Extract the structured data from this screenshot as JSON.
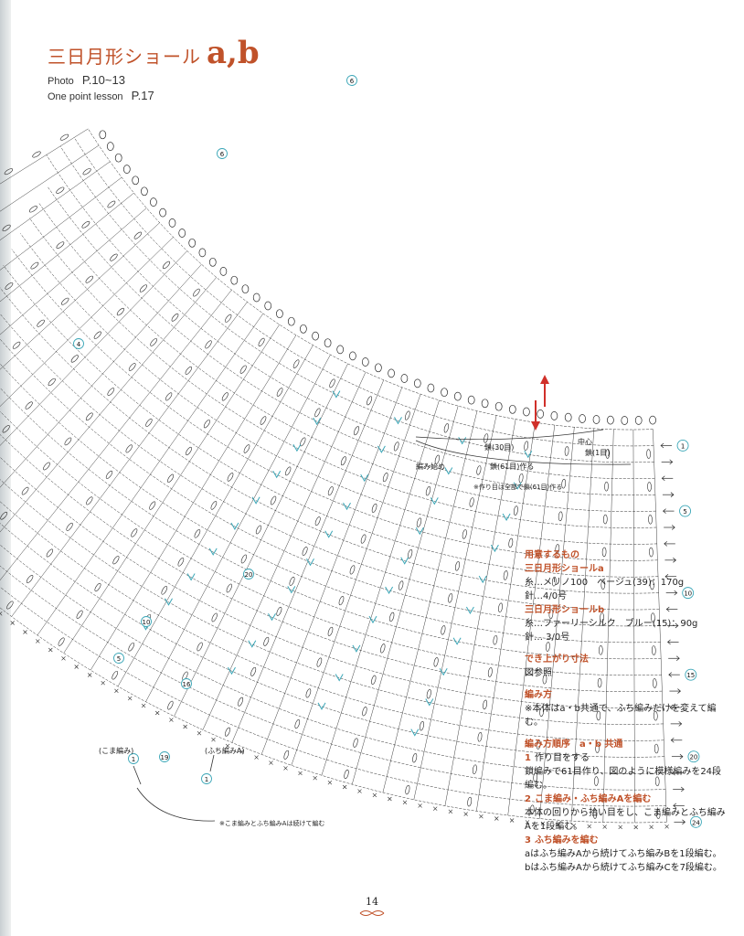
{
  "header": {
    "title": "三日月形ショール",
    "title_suffix": "a,b",
    "photo_label": "Photo",
    "photo_pages": "P.10~13",
    "lesson_label": "One point lesson",
    "lesson_page": "P.17"
  },
  "diagram": {
    "row_markers": [
      "24",
      "20",
      "15",
      "10",
      "5",
      "1"
    ],
    "left_row_markers": [
      "6",
      "6",
      "4"
    ],
    "lower_row_markers": [
      "20",
      "16",
      "19",
      "10",
      "5",
      "1"
    ],
    "labels": {
      "chain_30": "鎖(30目)",
      "center": "中心",
      "chain_1": "鎖(1目)",
      "start": "編み始め",
      "chain_61": "鎖(61目)作る",
      "note_chain": "※作り目は全部で鎖(61目)作る",
      "koma": "(こま編み)",
      "fuchi_a": "(ふち編みA)",
      "continuous_note": "※こま編みとふち編みAは続けて編む"
    },
    "colors": {
      "line": "#2a2a2a",
      "accent_teal": "#3aa6b7",
      "arrow_red": "#d0302a"
    }
  },
  "info": {
    "materials_heading": "用意するもの",
    "a_title": "三日月形ショールa",
    "a_yarn": "糸…メリノ100　ベージュ(39)：170g",
    "a_hook": "針…4/0号",
    "b_title": "三日月形ショールb",
    "b_yarn": "糸…ファーリーシルク　ブルー(15)：90g",
    "b_hook": "針… 3/0号",
    "size_heading": "でき上がり寸法",
    "size_text": "図参照",
    "method_heading": "編み方",
    "method_text": "※本体はa・b共通で、ふち編みだけを変えて編む。",
    "order_heading": "編み方順序　a・b 共通",
    "step1_num": "1",
    "step1_title": "作り目をする",
    "step1_text": "鎖編みで61目作り、図のように模様編みを24段編む。",
    "step2_num": "2",
    "step2_title": "こま編み・ふち編みAを編む",
    "step2_text": "本体の回りから拾い目をし、こま編みとふち編みAを1段編む。",
    "step3_num": "3",
    "step3_title": "ふち編みを編む",
    "step3_a": "aはふち編みAから続けてふち編みBを1段編む。",
    "step3_b": "bはふち編みAから続けてふち編みCを7段編む。"
  },
  "footer": {
    "page_number": "14"
  }
}
